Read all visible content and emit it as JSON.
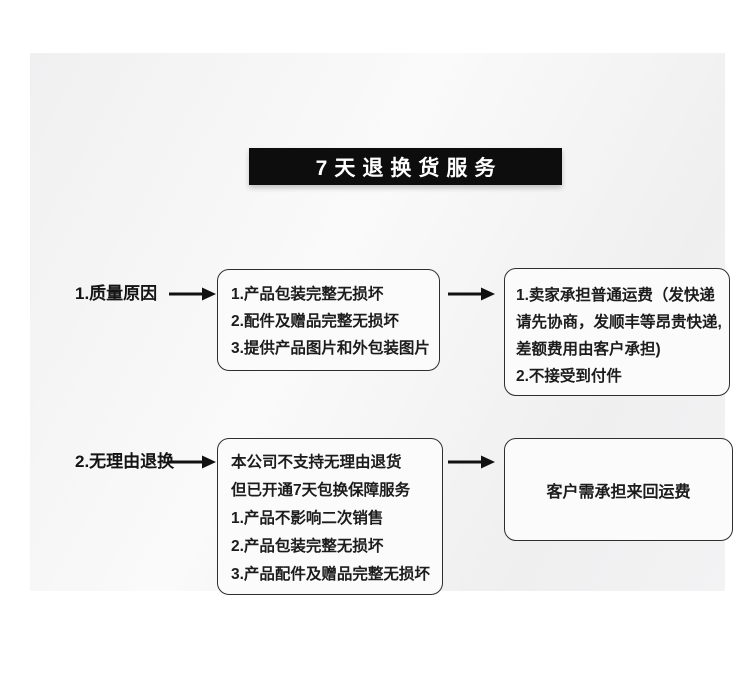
{
  "header": {
    "title": "7天退换货服务"
  },
  "flow": {
    "rows": [
      {
        "label": "1.质量原因",
        "conditions": [
          "1.产品包装完整无损坏",
          "2.配件及赠品完整无损坏",
          "3.提供产品图片和外包装图片"
        ],
        "result_lines": [
          "1.卖家承担普通运费（发快递",
          "请先协商，发顺丰等昂贵快递,",
          "差额费用由客户承担)",
          "2.不接受到付件"
        ]
      },
      {
        "label": "2.无理由退换",
        "conditions": [
          "本公司不支持无理由退货",
          "但已开通7天包换保障服务",
          "1.产品不影响二次销售",
          "2.产品包装完整无损坏",
          "3.产品配件及赠品完整无损坏"
        ],
        "result_lines": [
          "客户需承担来回运费"
        ]
      }
    ]
  },
  "colors": {
    "banner_bg": "#0d0d0d",
    "banner_text": "#ffffff",
    "card_bg": "#f2f2f3",
    "box_bg": "#fbfbfb",
    "box_border": "#2e2e2e",
    "text": "#1c1c1c"
  }
}
